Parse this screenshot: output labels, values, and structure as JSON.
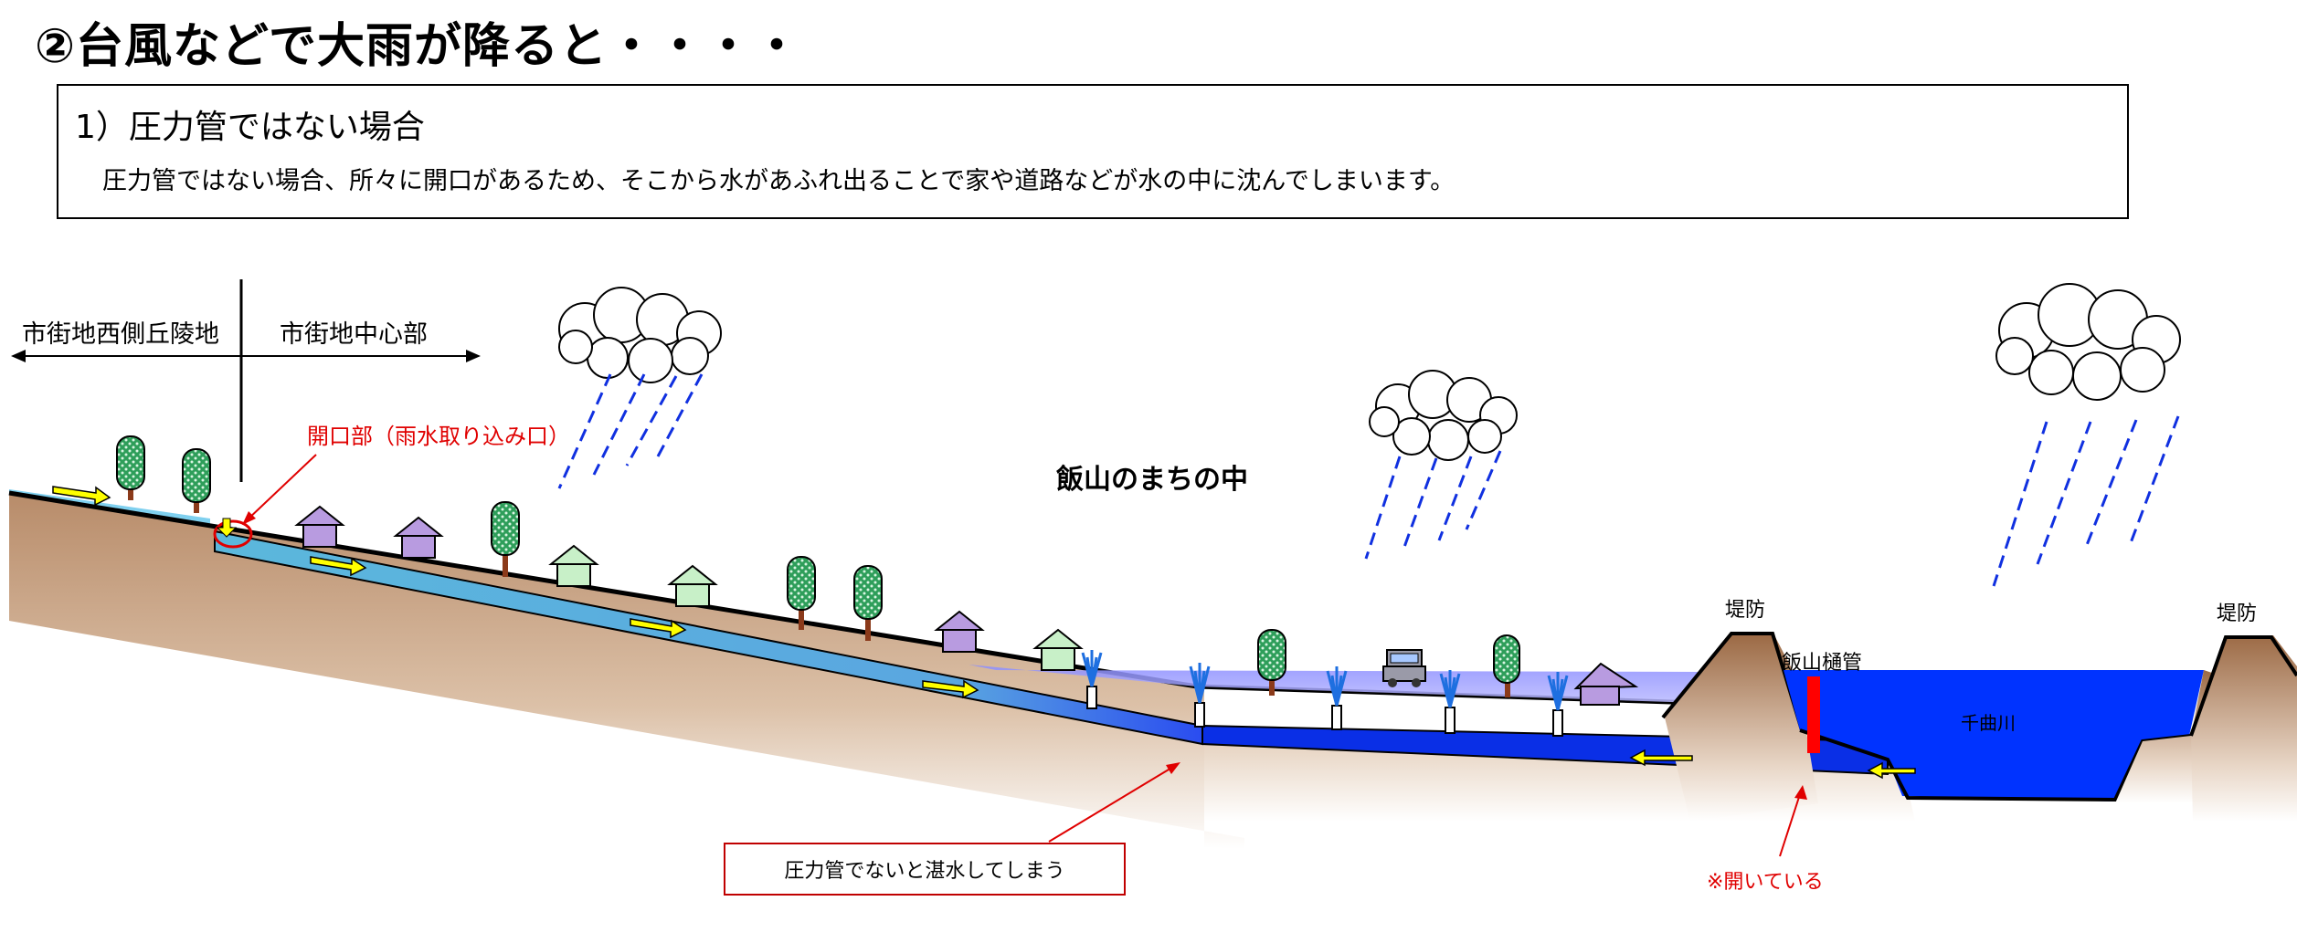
{
  "title": "②台風などで大雨が降ると・・・・",
  "box": {
    "heading": "1）圧力管ではない場合",
    "text": "圧力管ではない場合、所々に開口があるため、そこから水があふれ出ることで家や道路などが水の中に沈んでしまいます。"
  },
  "labels": {
    "west_hills": "市街地西側丘陵地",
    "center": "市街地中心部",
    "opening": "開口部（雨水取り込み口）",
    "town": "飯山のまちの中",
    "levee_left": "堤防",
    "levee_right": "堤防",
    "sluice": "飯山樋管",
    "river": "千曲川",
    "callout": "圧力管でないと湛水してしまう",
    "open_note": "※開いている"
  },
  "colors": {
    "ground": "#c9a88a",
    "pipe": "#4fb0d6",
    "flood": "#8c8cff",
    "river": "#0033ff",
    "sluice_gate": "#ff0000",
    "arrow": "#ffff00",
    "annotation": "#e00000"
  }
}
